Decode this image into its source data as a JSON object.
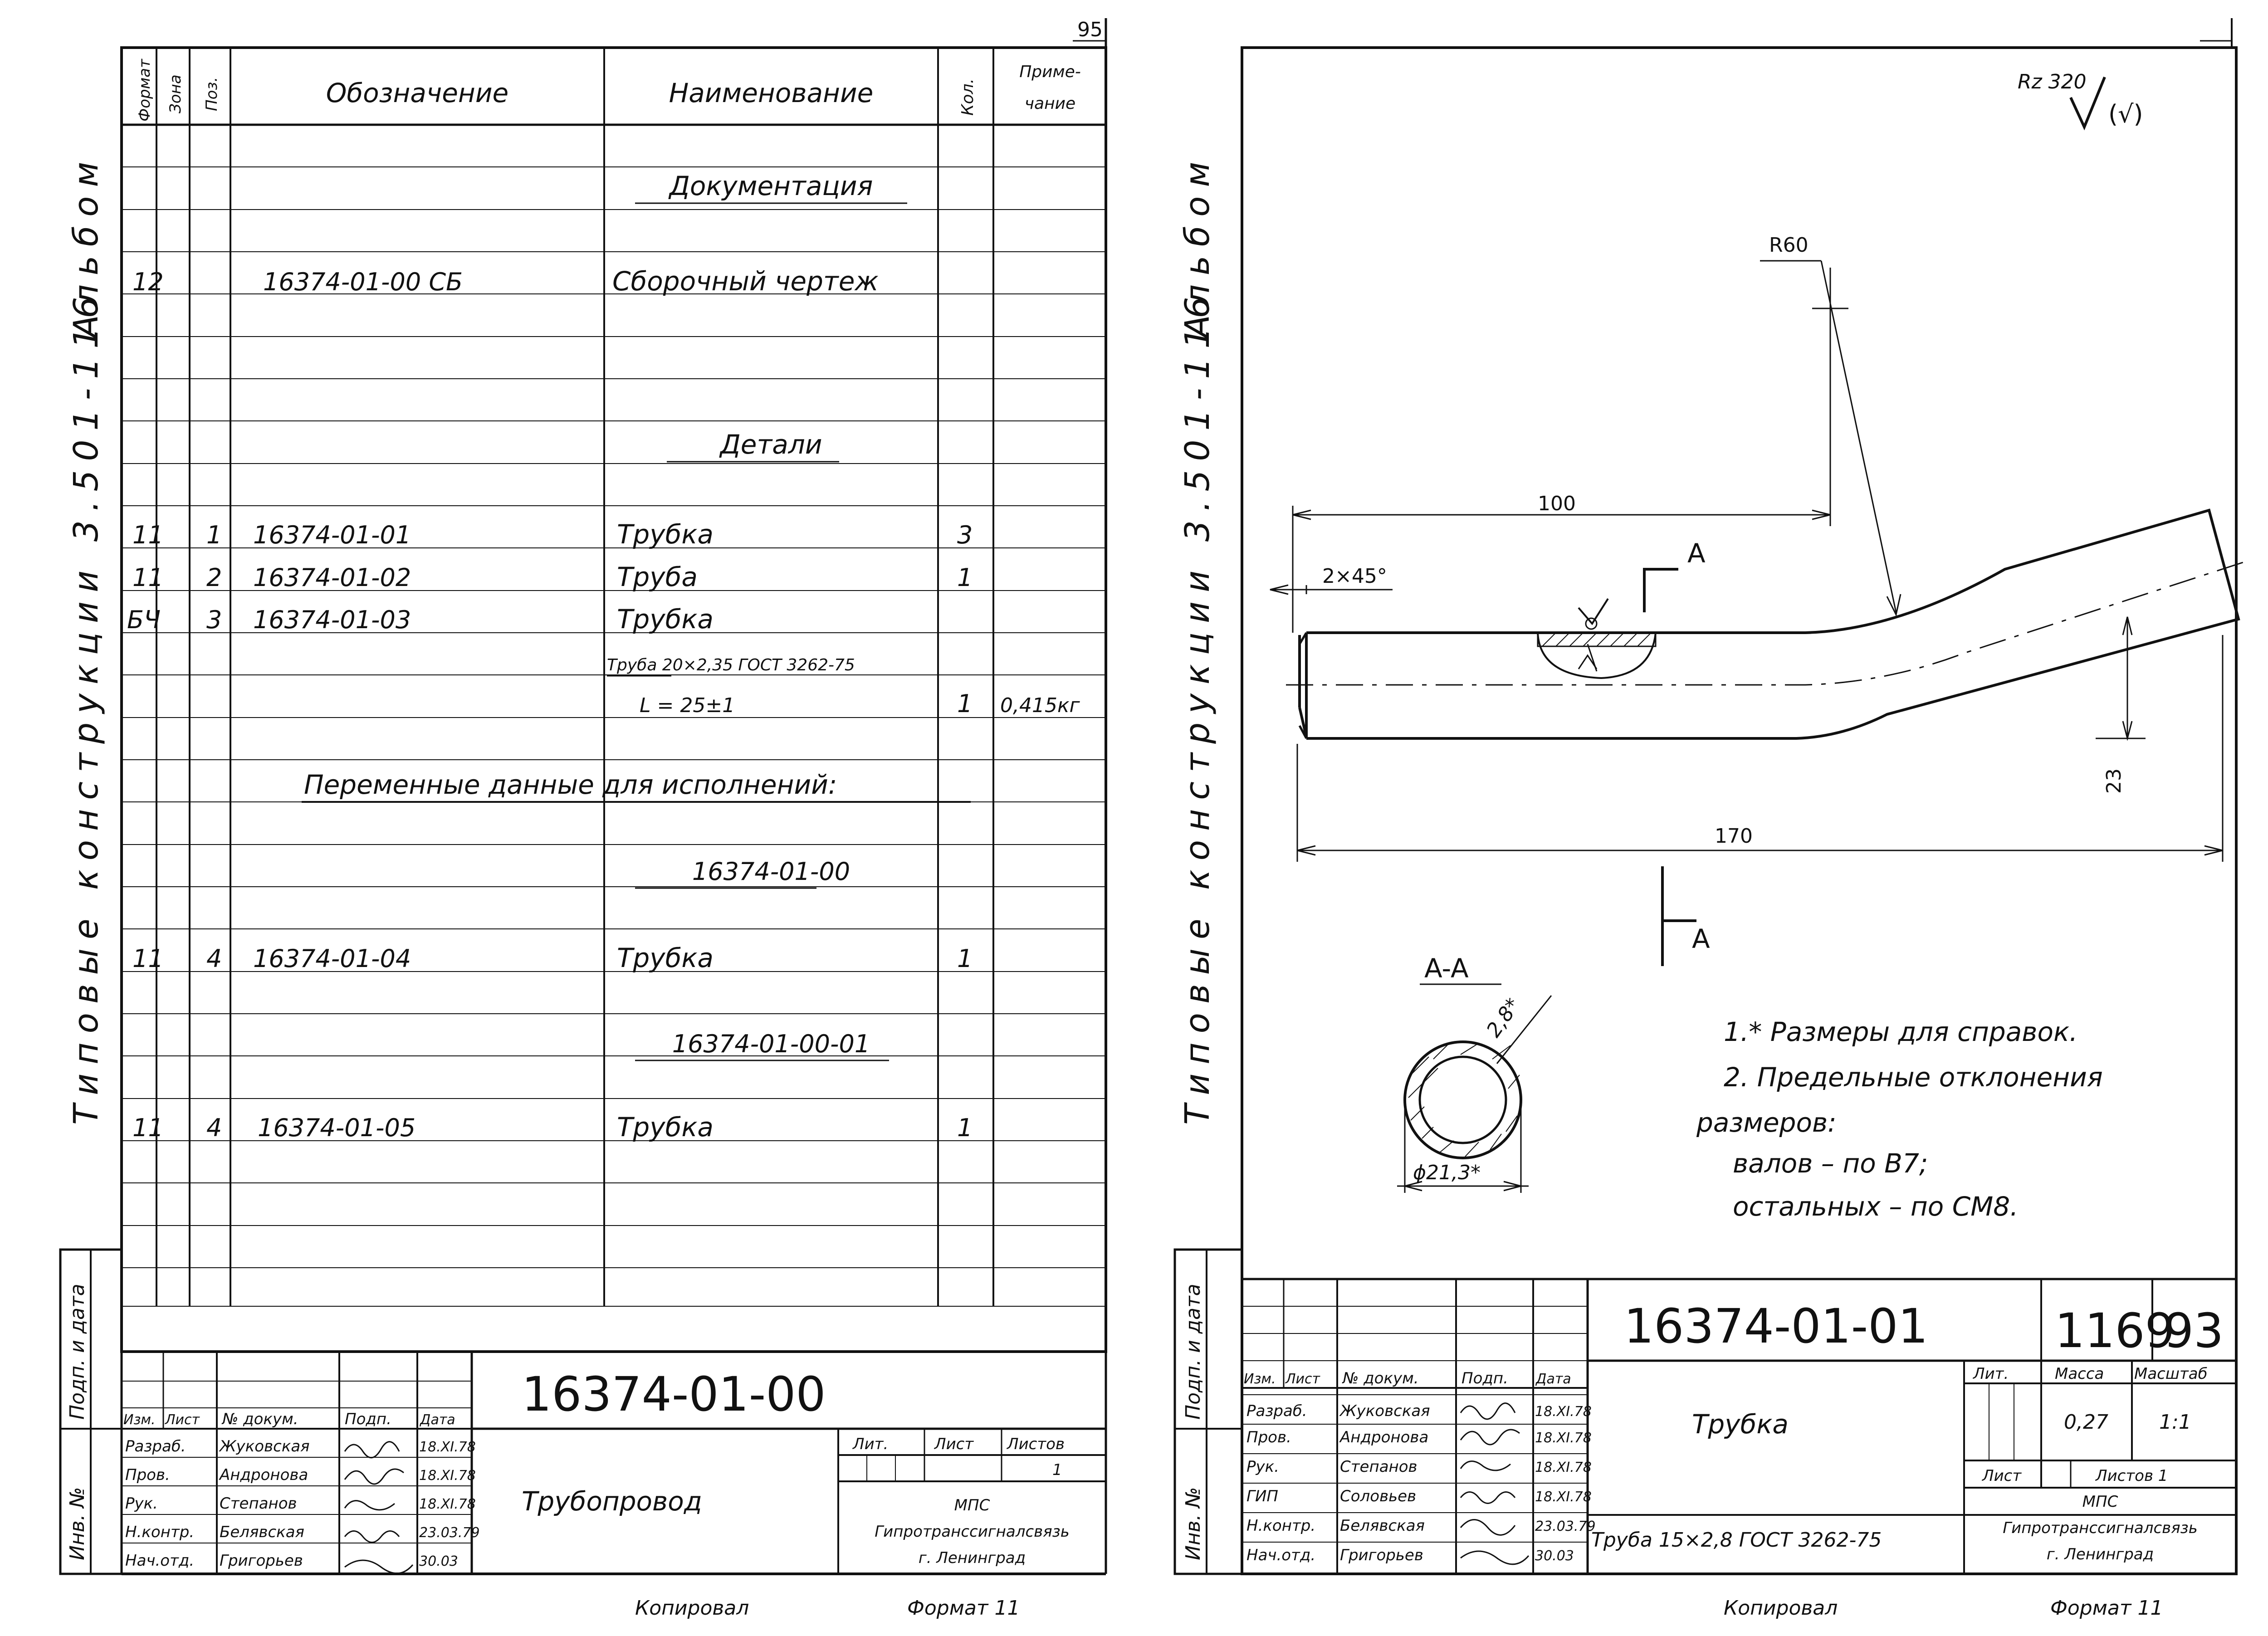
{
  "corner_left": "95",
  "side_album": "Альбом",
  "side_series": "Типовые конструкции 3.501-116",
  "side_sign": "Подп. и дата",
  "side_inv": "Инв. №",
  "spec": {
    "headers": {
      "format": "Формат",
      "zone": "Зона",
      "pos": "Поз.",
      "designation": "Обозначение",
      "name": "Наименование",
      "qty": "Кол.",
      "note_line1": "Приме-",
      "note_line2": "чание"
    },
    "section_docs": "Документация",
    "row_sb": {
      "format": "12",
      "designation": "16374-01-00 СБ",
      "name": "Сборочный чертеж"
    },
    "section_parts": "Детали",
    "rows": [
      {
        "format": "11",
        "pos": "1",
        "designation": "16374-01-01",
        "name": "Трубка",
        "qty": "3"
      },
      {
        "format": "11",
        "pos": "2",
        "designation": "16374-01-02",
        "name": "Труба",
        "qty": "1"
      },
      {
        "format": "БЧ",
        "pos": "3",
        "designation": "16374-01-03",
        "name": "Трубка",
        "qty": ""
      }
    ],
    "pipe_spec": "Труба 20×2,35 ГОСТ 3262-75",
    "length": "L = 25±1",
    "length_qty": "1",
    "length_note": "0,415кг",
    "variable_header": "Переменные данные для исполнений:",
    "variant1_code": "16374-01-00",
    "variant1_row": {
      "format": "11",
      "pos": "4",
      "designation": "16374-01-04",
      "name": "Трубка",
      "qty": "1"
    },
    "variant2_code": "16374-01-00-01",
    "variant2_row": {
      "format": "11",
      "pos": "4",
      "designation": "16374-01-05",
      "name": "Трубка",
      "qty": "1"
    }
  },
  "stamp_left": {
    "designation": "16374-01-00",
    "title": "Трубопровод",
    "col_headers": [
      "Изм.",
      "Лист",
      "№ докум.",
      "Подп.",
      "Дата"
    ],
    "roles": [
      {
        "role": "Разраб.",
        "name": "Жуковская",
        "date": "18.XI.78"
      },
      {
        "role": "Пров.",
        "name": "Андронова",
        "date": "18.XI.78"
      },
      {
        "role": "Рук.",
        "name": "Степанов",
        "date": "18.XI.78"
      },
      {
        "role": "Н.контр.",
        "name": "Белявская",
        "date": "23.03.79"
      },
      {
        "role": "Нач.отд.",
        "name": "Григорьев",
        "date": "30.03"
      }
    ],
    "lit": "Лит.",
    "sheet": "Лист",
    "sheets": "Листов",
    "sheets_value": "1",
    "org1": "МПС",
    "org2": "Гипротранссигналсвязь",
    "org3": "г. Ленинград"
  },
  "drawing": {
    "roughness": "Rz 320",
    "roughness_paren": "(√)",
    "r60": "R60",
    "dim_100": "100",
    "chamfer": "2×45°",
    "section_mark": "A",
    "dim_23": "23",
    "dim_170": "170",
    "section_label": "A-A",
    "wall": "2,8*",
    "diameter": "ϕ21,3*",
    "notes": [
      "1.* Размеры для справок.",
      "2. Предельные отклонения",
      "размеров:",
      "валов     – по В7;",
      "остальных – по СМ8."
    ]
  },
  "stamp_right": {
    "designation": "16374-01-01",
    "title": "Трубка",
    "material": "Труба 15×2,8 ГОСТ 3262-75",
    "col_headers": [
      "Изм.",
      "Лист",
      "№ докум.",
      "Подп.",
      "Дата"
    ],
    "roles": [
      {
        "role": "Разраб.",
        "name": "Жуковская",
        "date": "18.XI.78"
      },
      {
        "role": "Пров.",
        "name": "Андронова",
        "date": "18.XI.78"
      },
      {
        "role": "Рук.",
        "name": "Степанов",
        "date": "18.XI.78"
      },
      {
        "role": "ГИП",
        "name": "Соловьев",
        "date": "18.XI.78"
      },
      {
        "role": "Н.контр.",
        "name": "Белявская",
        "date": "23.03.79"
      },
      {
        "role": "Нач.отд.",
        "name": "Григорьев",
        "date": "30.03"
      }
    ],
    "lit": "Лит.",
    "mass": "Масса",
    "scale": "Масштаб",
    "mass_value": "0,27",
    "scale_value": "1:1",
    "sheet": "Лист",
    "sheets": "Листов 1",
    "org1": "МПС",
    "org2": "Гипротранссигналсвязь",
    "org3": "г. Ленинград",
    "album_no": "1169",
    "page_no": "93"
  },
  "bottom_left": "Копировал",
  "bottom_left2": "Формат 11",
  "bottom_right": "Копировал",
  "bottom_right2": "Формат 11"
}
